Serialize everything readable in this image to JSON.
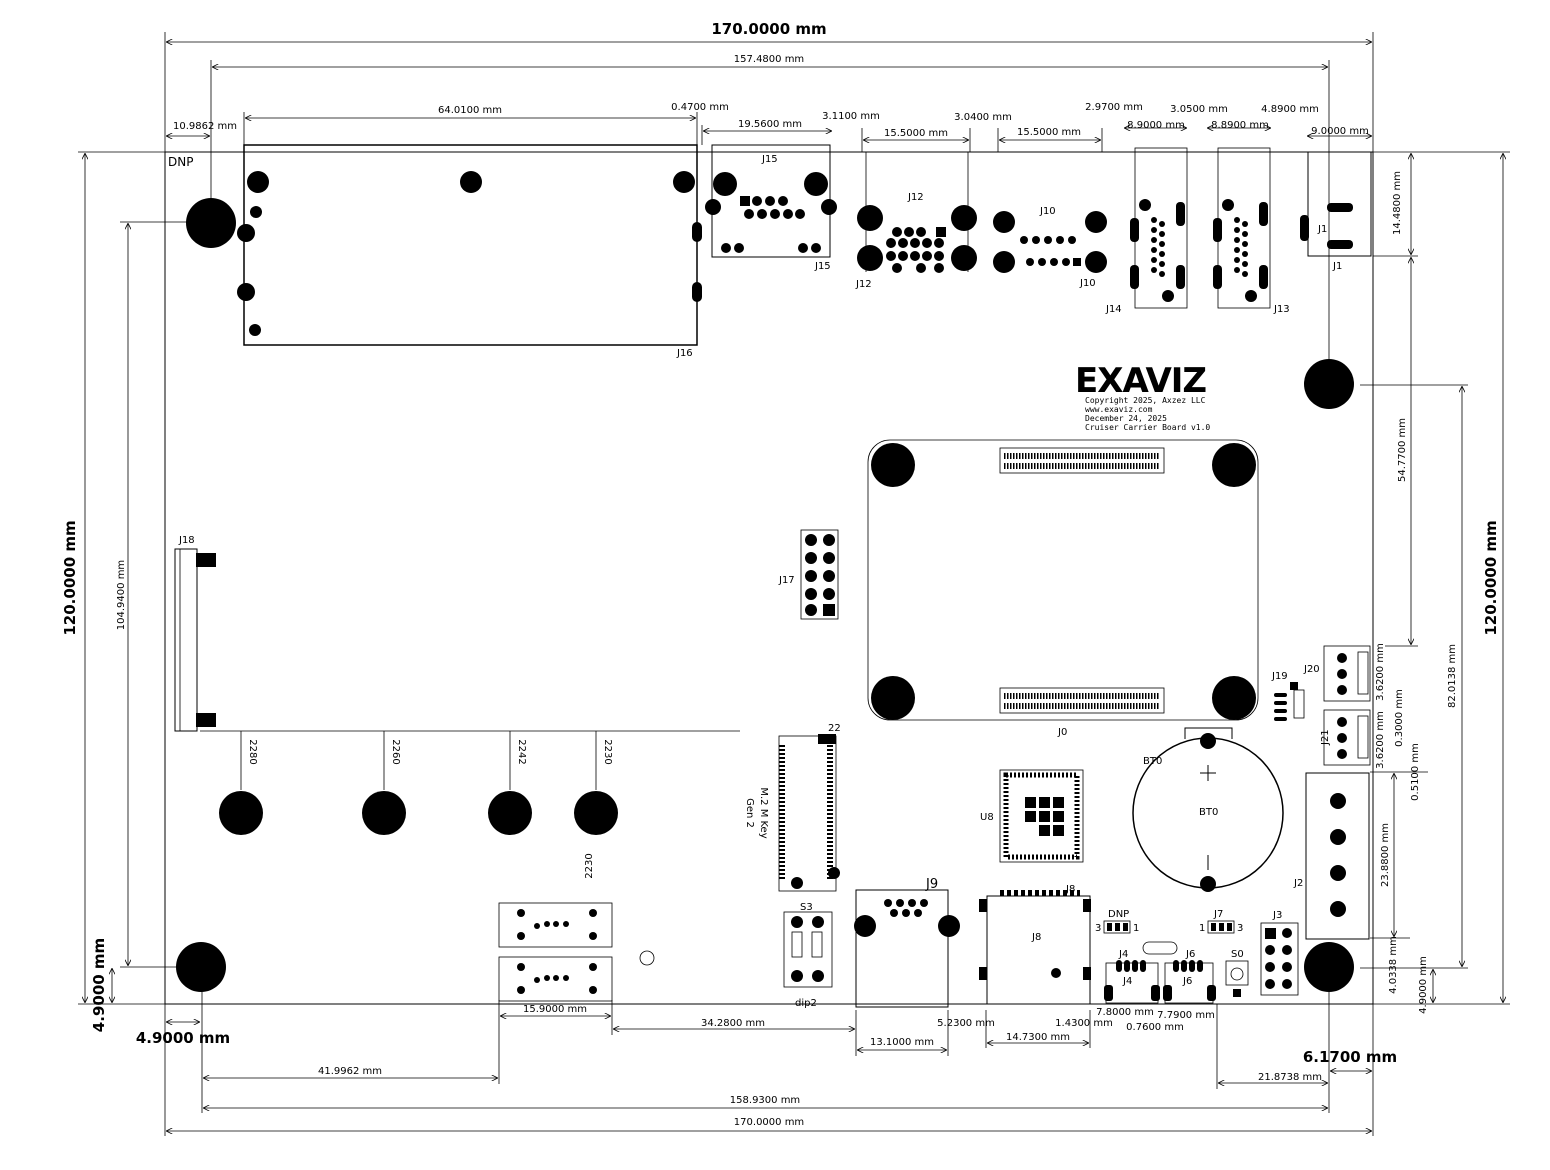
{
  "board": {
    "outline_label": "DNP",
    "logo": "EXAVIZ",
    "copyright_lines": [
      "Copyright 2025, Axzez LLC",
      "www.exaviz.com",
      "December 24, 2025",
      "Cruiser Carrier Board v1.0"
    ]
  },
  "dimensions": {
    "top_overall": "170.0000 mm",
    "top_mount_span": "157.4800 mm",
    "d_10_9862": "10.9862 mm",
    "d_64_0100": "64.0100 mm",
    "d_0_4700": "0.4700 mm",
    "d_19_5600": "19.5600 mm",
    "d_3_1100": "3.1100 mm",
    "d_15_5000_a": "15.5000 mm",
    "d_3_0400": "3.0400 mm",
    "d_15_5000_b": "15.5000 mm",
    "d_2_9700": "2.9700 mm",
    "d_8_9000": "8.9000 mm",
    "d_3_0500": "3.0500 mm",
    "d_8_8900": "8.8900 mm",
    "d_4_8900": "4.8900 mm",
    "d_9_0000": "9.0000 mm",
    "d_14_4800": "14.4800 mm",
    "d_54_7700": "54.7700 mm",
    "d_82_0138": "82.0138 mm",
    "right_overall": "120.0000 mm",
    "left_overall": "120.0000 mm",
    "left_mount_span": "104.9400 mm",
    "d_3_6200_a": "3.6200 mm",
    "d_0_3000": "0.3000 mm",
    "d_3_6200_b": "3.6200 mm",
    "d_0_5100": "0.5100 mm",
    "d_23_8800": "23.8800 mm",
    "d_4_0338": "4.0338 mm",
    "d_4_9000_r": "4.9000 mm",
    "d_4_9000_v": "4.9000 mm",
    "d_4_9000_h": "4.9000 mm",
    "d_15_9000": "15.9000 mm",
    "d_34_2800": "34.2800 mm",
    "d_13_1000": "13.1000 mm",
    "d_5_2300": "5.2300 mm",
    "d_14_7300": "14.7300 mm",
    "d_1_4300": "1.4300 mm",
    "d_7_8000": "7.8000 mm",
    "d_0_7600": "0.7600 mm",
    "d_7_7900": "7.7900 mm",
    "d_6_1700": "6.1700 mm",
    "d_41_9962": "41.9962 mm",
    "d_21_8738": "21.8738 mm",
    "bottom_mount_span": "158.9300 mm",
    "bottom_overall": "170.0000 mm"
  },
  "refdes": {
    "J15": "J15",
    "J12": "J12",
    "J10": "J10",
    "J14": "J14",
    "J13": "J13",
    "J1": "J1",
    "J16": "J16",
    "J18": "J18",
    "J17": "J17",
    "J0": "J0",
    "J19": "J19",
    "J20": "J20",
    "J21": "J21",
    "J2": "J2",
    "J3": "J3",
    "J4": "J4",
    "J6": "J6",
    "J7": "J7",
    "J8": "J8",
    "J9": "J9",
    "S3": "S3",
    "S0": "S0",
    "U8": "U8",
    "BT0": "BT0",
    "DNP2": "DNP",
    "dip2": "dip2",
    "n22": "22",
    "m2_line1": "M.2 M Key",
    "m2_line2": "Gen 2",
    "s2280": "2280",
    "s2260": "2260",
    "s2242": "2242",
    "s2230": "2230",
    "s2230b": "2230",
    "p1": "1",
    "p3": "3",
    "p1b": "1",
    "p3b": "3",
    "plus": "+",
    "minus": "−"
  }
}
